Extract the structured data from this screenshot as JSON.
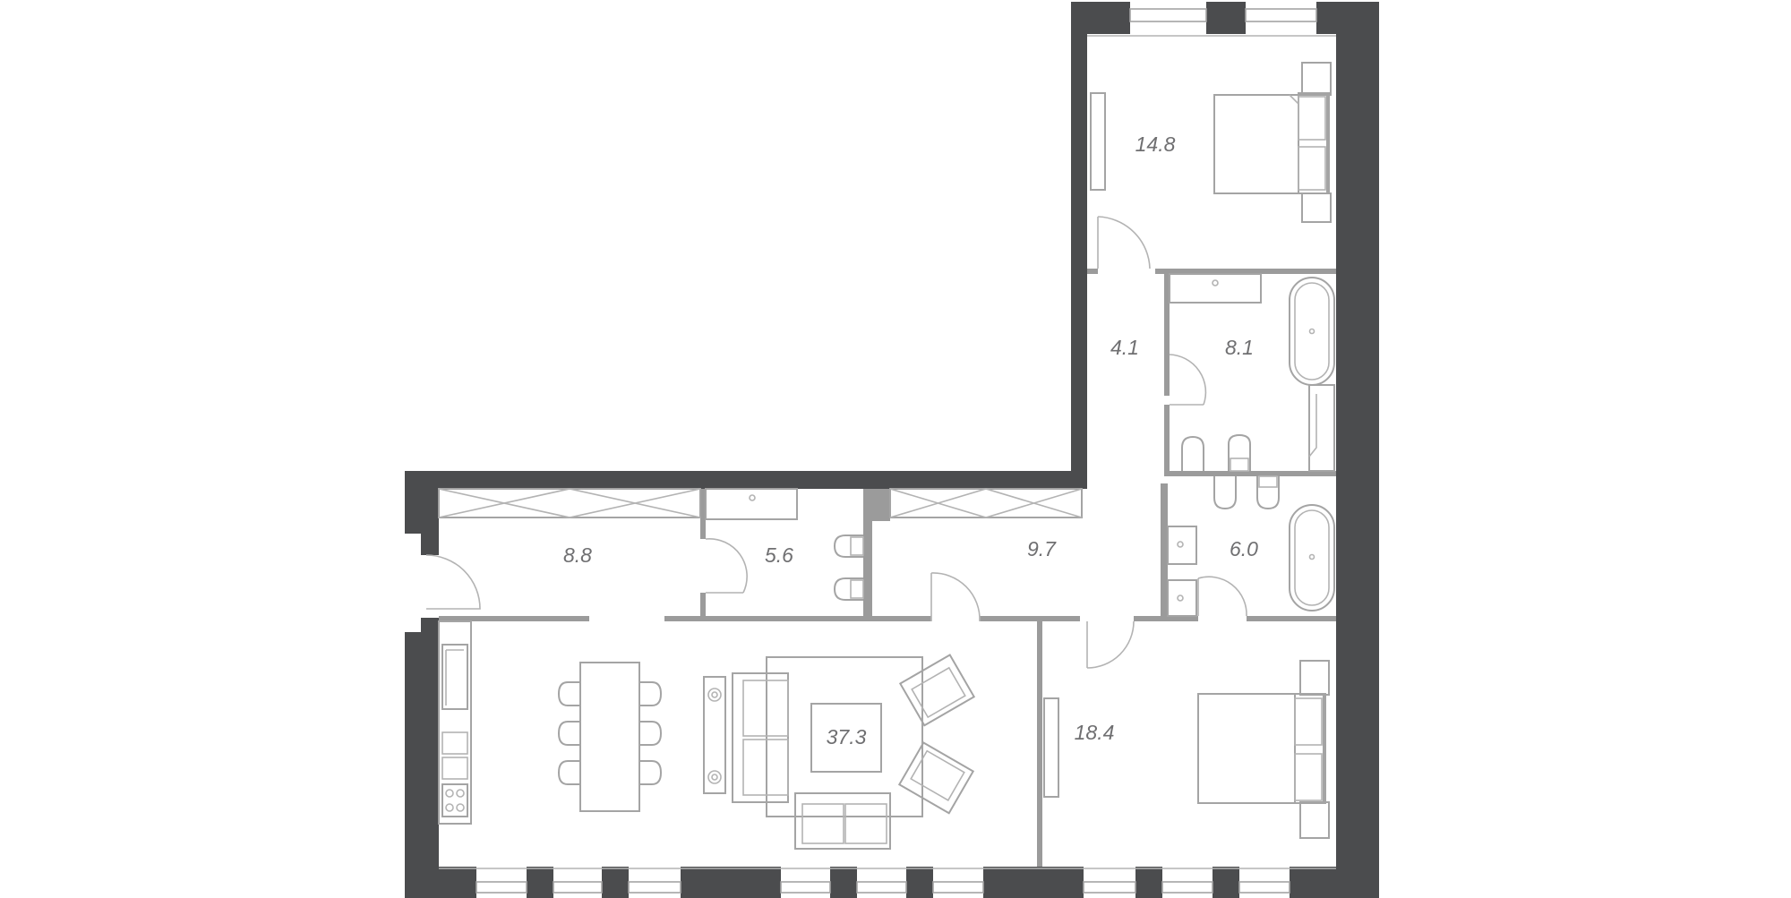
{
  "floor_plan": {
    "colors": {
      "wall": "#4b4c4e",
      "partition": "#9b9b9b",
      "furniture_line": "#a4a4a4",
      "label": "#6f6f71"
    },
    "rooms": [
      {
        "id": "bedroom-top",
        "area": "14.8"
      },
      {
        "id": "corridor",
        "area": "4.1"
      },
      {
        "id": "bathroom-top",
        "area": "8.1"
      },
      {
        "id": "entry-hall",
        "area": "8.8"
      },
      {
        "id": "guest-wc",
        "area": "5.6"
      },
      {
        "id": "hall",
        "area": "9.7"
      },
      {
        "id": "bathroom-bottom",
        "area": "6.0"
      },
      {
        "id": "living-kitchen",
        "area": "37.3"
      },
      {
        "id": "bedroom-bottom",
        "area": "18.4"
      }
    ],
    "icons": [
      "bed-icon",
      "bathtub-icon",
      "toilet-icon",
      "bidet-icon",
      "sink-icon",
      "sofa-icon",
      "armchair-icon",
      "dining-table-icon",
      "chair-icon",
      "wardrobe-icon",
      "kitchen-counter-icon",
      "stove-icon",
      "door-icon",
      "window-icon"
    ]
  }
}
